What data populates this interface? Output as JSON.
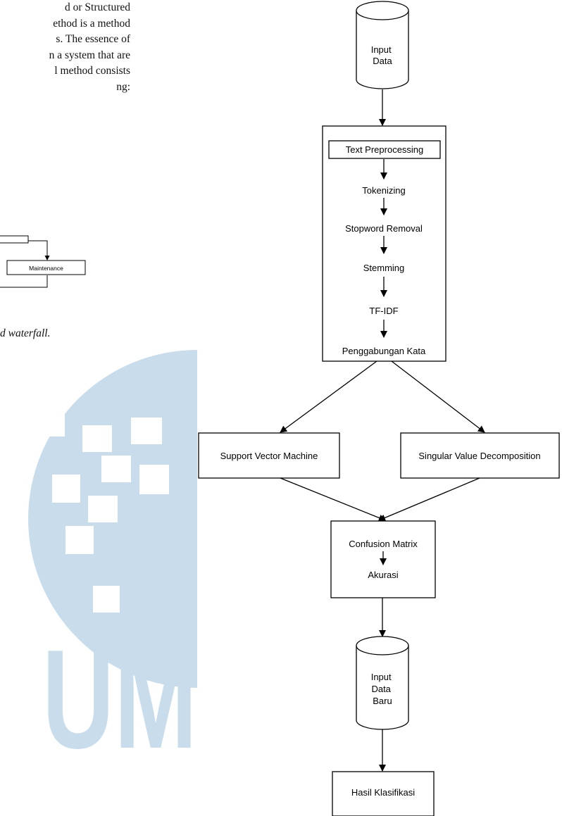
{
  "left_page": {
    "paragraph_lines": [
      "d   or   Structured",
      "ethod is a method",
      "s. The essence of",
      "n a system that are",
      "l method consists",
      "ng:"
    ],
    "figure_box_label": "Maintenance",
    "caption": "d waterfall."
  },
  "watermark": {
    "letters": "UM",
    "color": "#c9dcec"
  },
  "flowchart": {
    "input_data": "Input\nData",
    "text_preprocessing": "Text Preprocessing",
    "steps": [
      "Tokenizing",
      "Stopword Removal",
      "Stemming",
      "TF-IDF",
      "Penggabungan Kata"
    ],
    "svm": "Support Vector Machine",
    "svd": "Singular Value Decomposition",
    "confusion_matrix": "Confusion Matrix",
    "akurasi": "Akurasi",
    "input_data_baru": "Input\nData\nBaru",
    "hasil_klasifikasi": "Hasil Klasifikasi"
  }
}
